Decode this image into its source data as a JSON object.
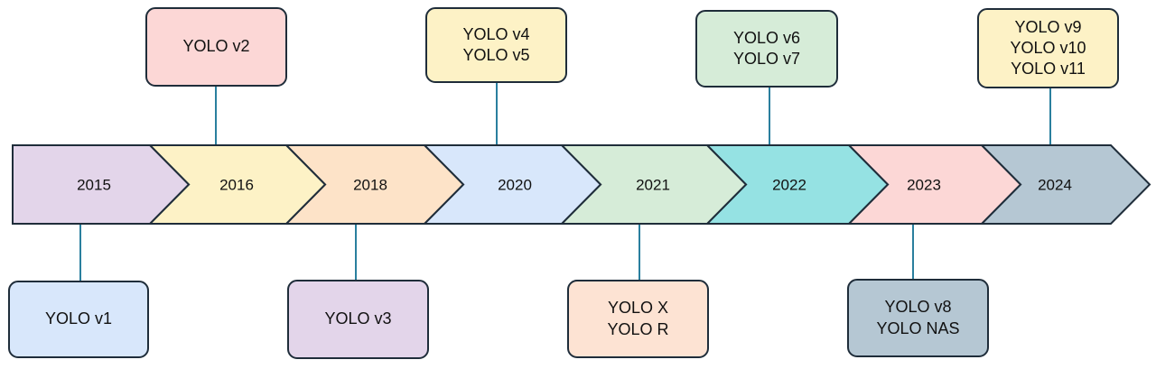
{
  "colors": {
    "outline": "#1f2d3a",
    "connector": "#2a7f9e",
    "text": "#111111"
  },
  "years": [
    {
      "label": "2015",
      "fill": "#e3d5ea"
    },
    {
      "label": "2016",
      "fill": "#fdf2c6"
    },
    {
      "label": "2018",
      "fill": "#fde3c8"
    },
    {
      "label": "2020",
      "fill": "#d8e7fb"
    },
    {
      "label": "2021",
      "fill": "#d6ecd8"
    },
    {
      "label": "2022",
      "fill": "#95e2e3"
    },
    {
      "label": "2023",
      "fill": "#fcd7d6"
    },
    {
      "label": "2024",
      "fill": "#b5c7d3"
    }
  ],
  "releases": [
    {
      "year": "2015",
      "side": "below",
      "fill": "#d8e7fb",
      "lines": [
        "YOLO v1"
      ]
    },
    {
      "year": "2016",
      "side": "above",
      "fill": "#fcd7d6",
      "lines": [
        "YOLO v2"
      ]
    },
    {
      "year": "2018",
      "side": "below",
      "fill": "#e3d5ea",
      "lines": [
        "YOLO v3"
      ]
    },
    {
      "year": "2020",
      "side": "above",
      "fill": "#fdf2c6",
      "lines": [
        "YOLO v4",
        "YOLO v5"
      ]
    },
    {
      "year": "2021",
      "side": "below",
      "fill": "#fde3d3",
      "lines": [
        "YOLO X",
        "YOLO R"
      ]
    },
    {
      "year": "2022",
      "side": "above",
      "fill": "#d6ecd8",
      "lines": [
        "YOLO v6",
        "YOLO v7"
      ]
    },
    {
      "year": "2023",
      "side": "below",
      "fill": "#b5c7d3",
      "lines": [
        "YOLO v8",
        "YOLO NAS"
      ]
    },
    {
      "year": "2024",
      "side": "above",
      "fill": "#fdf2c6",
      "lines": [
        "YOLO v9",
        "YOLO v10",
        "YOLO v11"
      ]
    }
  ]
}
